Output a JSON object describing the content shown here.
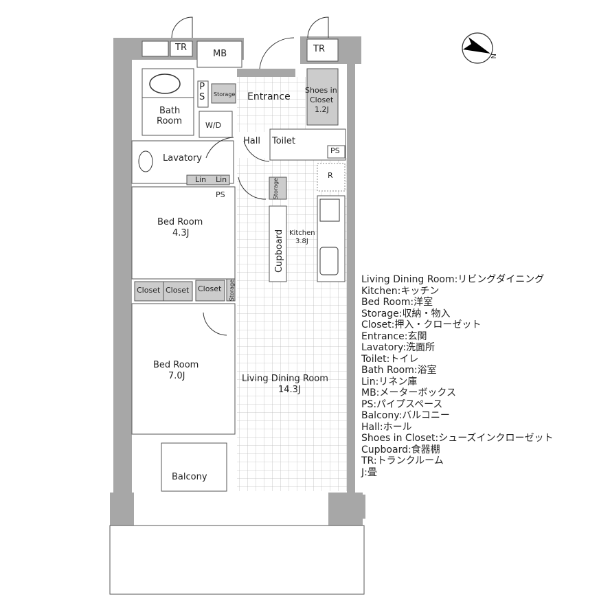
{
  "floorplan": {
    "rooms": {
      "tr1": "TR",
      "mb": "MB",
      "tr2": "TR",
      "ps_top": "P\nS",
      "storage_entrance": "Storage",
      "entrance": "Entrance",
      "shoes_closet": "Shoes in",
      "shoes_closet_2": "Closet",
      "shoes_closet_size": "1.2J",
      "bath": "Bath",
      "bath_2": "Room",
      "wd": "W/D",
      "hall": "Hall",
      "toilet": "Toilet",
      "ps_toilet": "PS",
      "lavatory": "Lavatory",
      "lin1": "Lin",
      "lin2": "Lin",
      "ps_mid": "PS",
      "storage_hall": "Storage",
      "fridge": "R",
      "bed1": "Bed Room",
      "bed1_size": "4.3J",
      "kitchen": "Kitchen",
      "kitchen_size": "3.8J",
      "cupboard": "Cupboard",
      "closet1": "Closet",
      "closet2": "Closet",
      "closet3": "Closet",
      "storage_bed": "Storage",
      "bed2": "Bed Room",
      "bed2_size": "7.0J",
      "ldk": "Living Dining Room",
      "ldk_size": "14.3J",
      "balcony": "Balcony"
    },
    "compass": {
      "label": "N"
    }
  },
  "legend": [
    "Living Dining Room:リビングダイニング",
    "Kitchen:キッチン",
    "Bed Room:洋室",
    "Storage:収納・物入",
    "Closet:押入・クローゼット",
    "Entrance:玄関",
    "Lavatory:洗面所",
    "Toilet:トイレ",
    "Bath Room:浴室",
    "Lin:リネン庫",
    "MB:メーターボックス",
    "PS:パイプスペース",
    "Balcony:バルコニー",
    "Hall:ホール",
    "Shoes in Closet:シューズインクローゼット",
    "Cupboard:食器棚",
    "TR:トランクルーム",
    "J:畳"
  ]
}
